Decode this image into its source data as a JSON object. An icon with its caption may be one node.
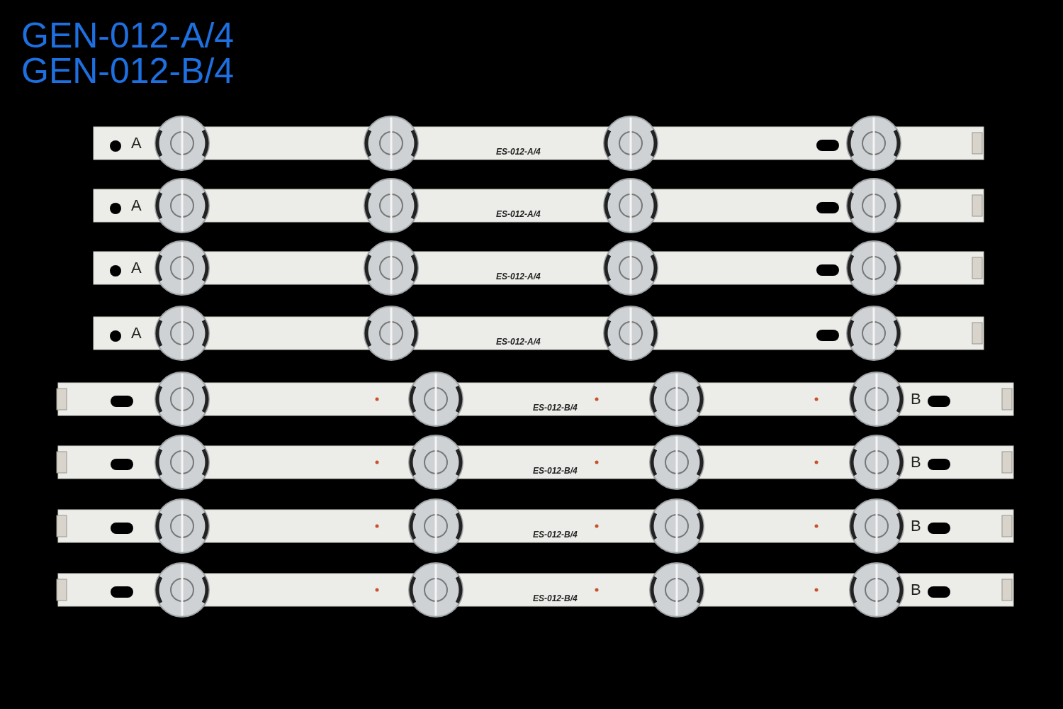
{
  "diagram": {
    "labels": [
      "GEN-012-A/4",
      "GEN-012-B/4",
      "A",
      "ES-012-A/4",
      "A",
      "ES-012-A/4",
      "A",
      "ES-012-A/4",
      "A",
      "ES-012-A/4",
      "ES-012-B/4",
      "B",
      "ES-012-B/4",
      "B",
      "ES-012-B/4",
      "B",
      "ES-012-B/4",
      "B"
    ]
  }
}
